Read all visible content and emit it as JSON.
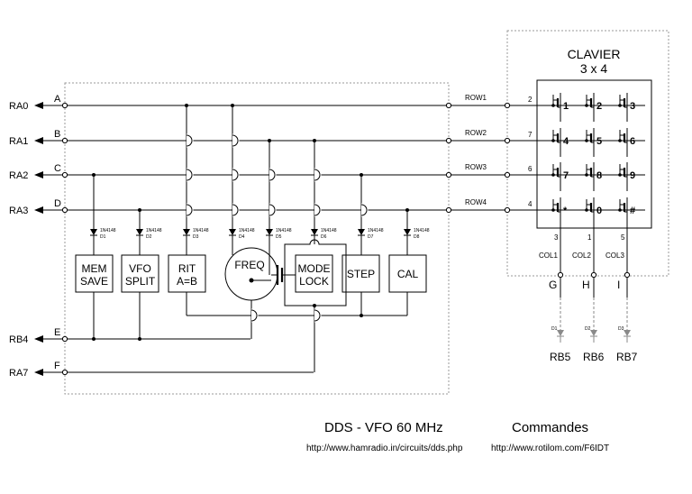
{
  "ports": {
    "ra0": "RA0",
    "ra1": "RA1",
    "ra2": "RA2",
    "ra3": "RA3",
    "rb4": "RB4",
    "ra7": "RA7"
  },
  "nodes": {
    "a": "A",
    "b": "B",
    "c": "C",
    "d": "D",
    "e": "E",
    "f": "F",
    "g": "G",
    "h": "H",
    "i": "I"
  },
  "rows": {
    "row1": "ROW1",
    "row2": "ROW2",
    "row3": "ROW3",
    "row4": "ROW4"
  },
  "row_pins": {
    "row1": "2",
    "row2": "7",
    "row3": "6",
    "row4": "4"
  },
  "cols": {
    "col1": "COL1",
    "col2": "COL2",
    "col3": "COL3"
  },
  "col_pins": {
    "col1": "3",
    "col2": "1",
    "col3": "5"
  },
  "keypad": {
    "title": "CLAVIER",
    "subtitle": "3 x 4",
    "keys": [
      "1",
      "2",
      "3",
      "4",
      "5",
      "6",
      "7",
      "8",
      "9",
      "*",
      "0",
      "#"
    ]
  },
  "diodes": {
    "part": "1N4148",
    "labels": [
      "D1",
      "D2",
      "D3",
      "D4",
      "D5",
      "D6",
      "D7",
      "D8"
    ],
    "col_labels": [
      "D1",
      "D2",
      "D3"
    ]
  },
  "buttons": {
    "mem": [
      "MEM",
      "SAVE"
    ],
    "vfo": [
      "VFO",
      "SPLIT"
    ],
    "rit": [
      "RIT",
      "A=B"
    ],
    "freq": "FREQ",
    "mode": [
      "MODE",
      "LOCK"
    ],
    "step": "STEP",
    "cal": "CAL"
  },
  "outputs": {
    "rb5": "RB5",
    "rb6": "RB6",
    "rb7": "RB7"
  },
  "footer": {
    "title": "DDS - VFO  60 MHz",
    "subtitle": "Commandes",
    "url1": "http://www.hamradio.in/circuits/dds.php",
    "url2": "http://www.rotilom.com/F6IDT"
  }
}
